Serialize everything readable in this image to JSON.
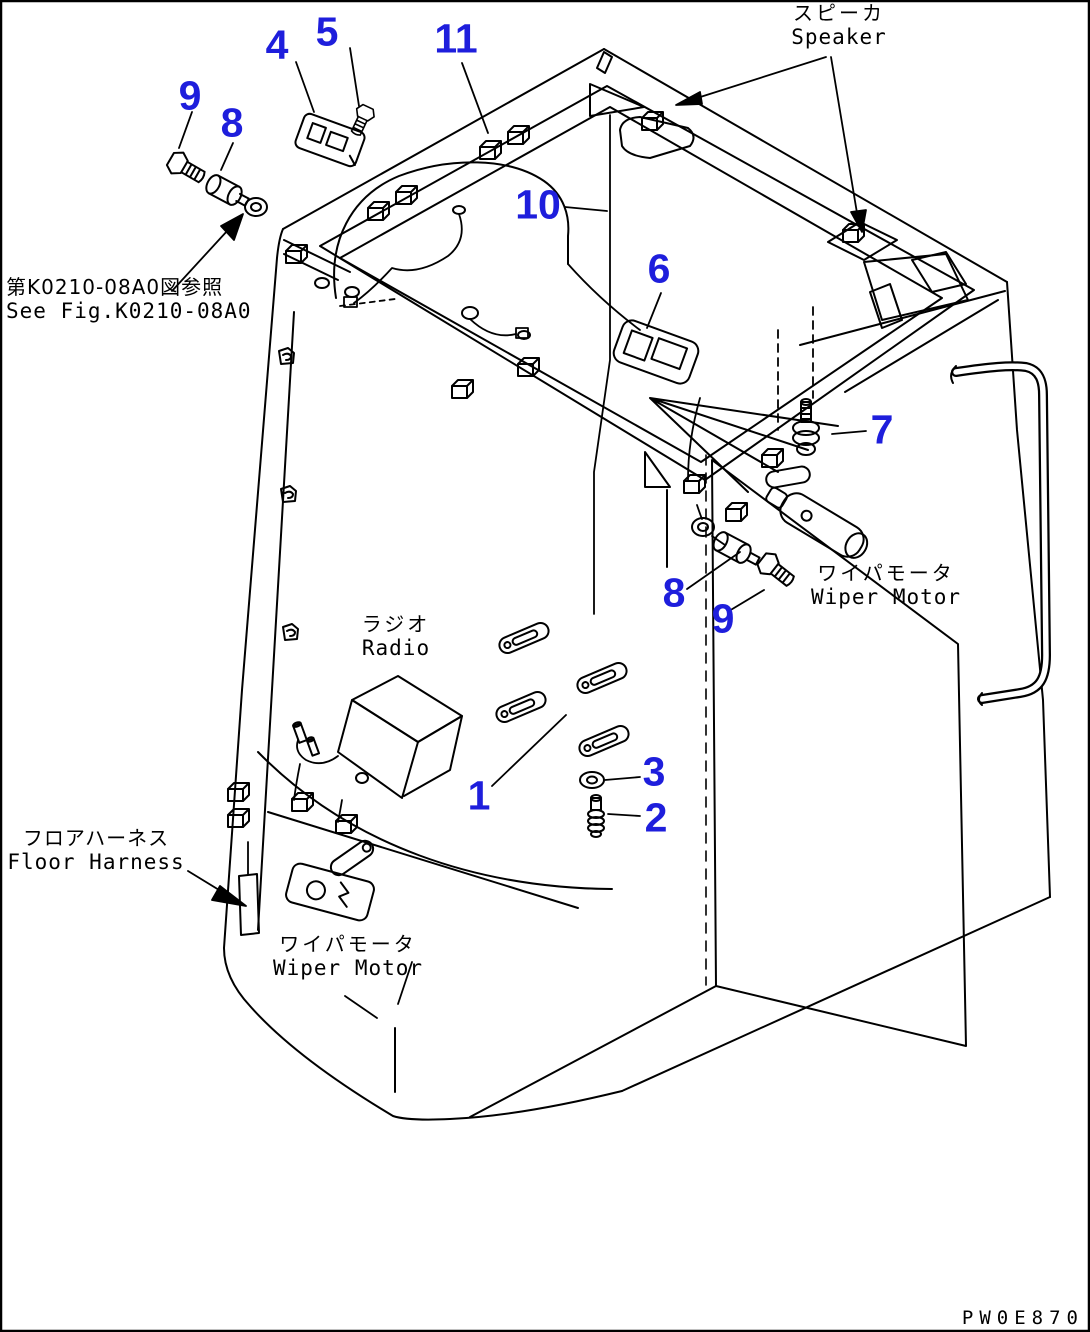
{
  "drawing": {
    "code": "PW0E870",
    "accent_blue": "#1e1edc",
    "line_color": "#000000",
    "background": "#ffffff",
    "subject": "cab electrical parts diagram"
  },
  "annotations": {
    "speaker": {
      "jp": "スピーカ",
      "en": "Speaker"
    },
    "see_fig": {
      "jp": "第K0210-08A0図参照",
      "en": "See Fig.K0210-08A0"
    },
    "wiper_motor_right": {
      "jp": "ワイパモータ",
      "en": "Wiper Motor"
    },
    "radio": {
      "jp": "ラジオ",
      "en": "Radio"
    },
    "floor_harness": {
      "jp": "フロアハーネス",
      "en": "Floor Harness"
    },
    "wiper_motor_left": {
      "jp": "ワイパモータ",
      "en": "Wiper Motor"
    }
  },
  "callouts": [
    "4",
    "5",
    "11",
    "9",
    "8",
    "10",
    "6",
    "7",
    "8",
    "9",
    "1",
    "3",
    "2"
  ]
}
